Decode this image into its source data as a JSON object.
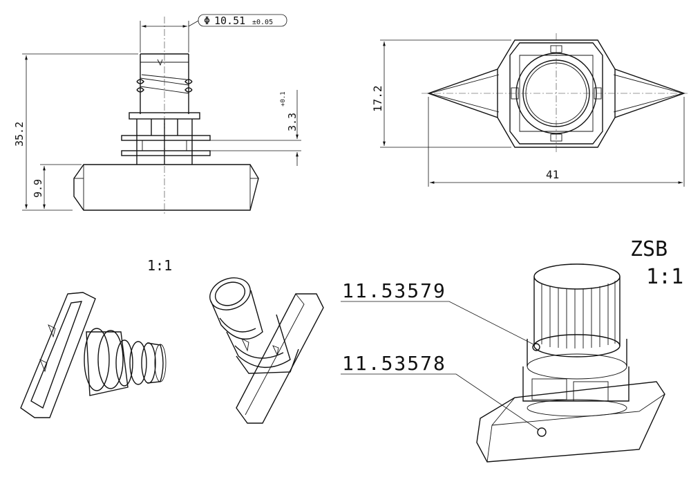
{
  "dimensions": {
    "diameter_symbol": "Φ",
    "diameter_value": "10.51",
    "diameter_tol": "±0.05",
    "height_total": "35.2",
    "base_height": "9.9",
    "clearance": "3.3",
    "clearance_tol": "+0.1",
    "top_height": "17.2",
    "width_total": "41"
  },
  "views": {
    "scale_left": "1:1",
    "assembly_title": "ZSB",
    "assembly_scale": "1:1"
  },
  "parts": [
    {
      "number": "11.53579"
    },
    {
      "number": "11.53578"
    }
  ]
}
